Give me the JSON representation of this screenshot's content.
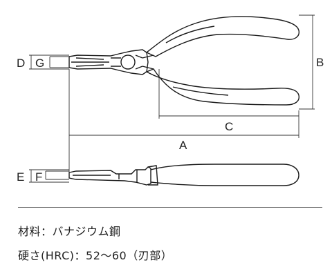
{
  "dimension_labels": {
    "a": "A",
    "b": "B",
    "c": "C",
    "d": "D",
    "e": "E",
    "f": "F",
    "g": "G"
  },
  "specs": {
    "material": "材料：バナジウム鋼",
    "hardness": "硬さ(HRC)：52〜60（刃部）"
  }
}
